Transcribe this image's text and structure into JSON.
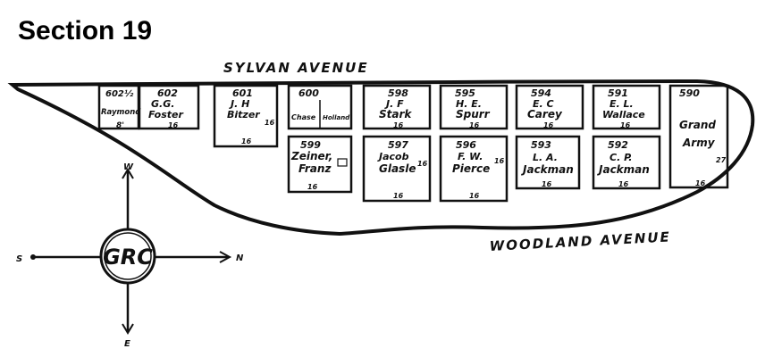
{
  "title": "Section 19",
  "streets": {
    "north": "SYLVAN AVENUE",
    "south": "WOODLAND AVENUE"
  },
  "compass": {
    "center": "GRC",
    "n": "N",
    "s": "S",
    "e": "E",
    "w": "W"
  },
  "lots_top": [
    {
      "num": "602½",
      "name1": "",
      "name2": "Raymond",
      "width": "8'",
      "side": ""
    },
    {
      "num": "602",
      "name1": "G.G.",
      "name2": "Foster",
      "width": "16",
      "side": ""
    },
    {
      "num": "601",
      "name1": "J. H",
      "name2": "Bitzer",
      "width": "16",
      "side": "16"
    },
    {
      "num": "600",
      "name1": "Chase",
      "name2": "Holland",
      "width": "",
      "side": ""
    },
    {
      "num": "598",
      "name1": "J. F",
      "name2": "Stark",
      "width": "16",
      "side": ""
    },
    {
      "num": "595",
      "name1": "H. E.",
      "name2": "Spurr",
      "width": "16",
      "side": ""
    },
    {
      "num": "594",
      "name1": "E. C",
      "name2": "Carey",
      "width": "16",
      "side": ""
    },
    {
      "num": "591",
      "name1": "E. L.",
      "name2": "Wallace",
      "width": "16",
      "side": ""
    },
    {
      "num": "590",
      "name1": "Grand",
      "name2": "Army",
      "width": "16",
      "side": "27"
    }
  ],
  "lots_bottom": [
    {
      "num": "599",
      "name1": "Zeiner,",
      "name2": "Franz",
      "width": "16",
      "side": ""
    },
    {
      "num": "597",
      "name1": "Jacob",
      "name2": "Glasle",
      "width": "16",
      "side": "16"
    },
    {
      "num": "596",
      "name1": "F. W.",
      "name2": "Pierce",
      "width": "16",
      "side": "16"
    },
    {
      "num": "593",
      "name1": "L. A.",
      "name2": "Jackman",
      "width": "16",
      "side": ""
    },
    {
      "num": "592",
      "name1": "C. P.",
      "name2": "Jackman",
      "width": "16",
      "side": ""
    }
  ]
}
